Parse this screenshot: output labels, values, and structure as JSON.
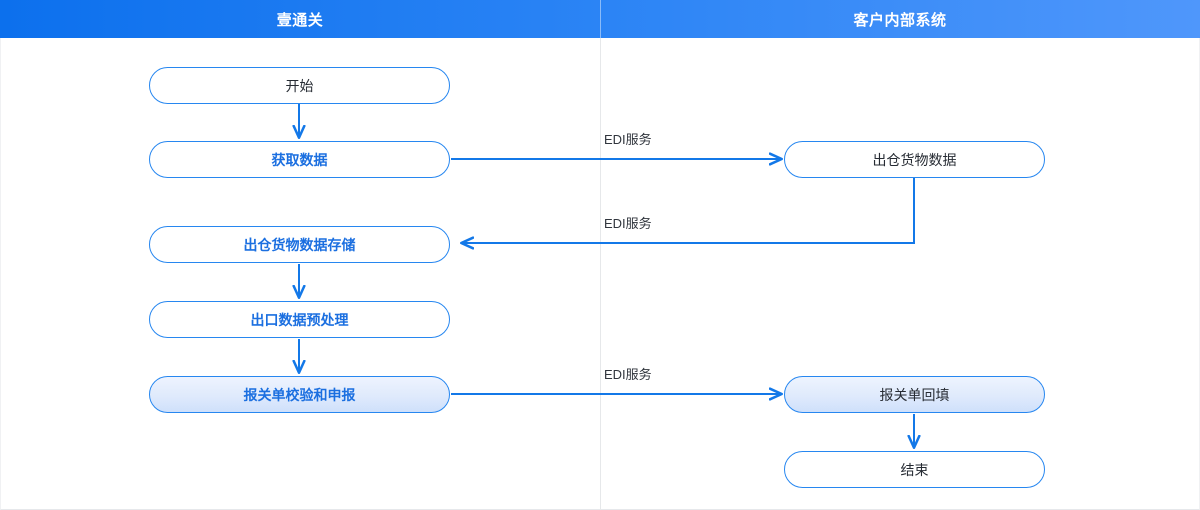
{
  "header": {
    "columns": [
      {
        "title": "壹通关"
      },
      {
        "title": "客户内部系统"
      }
    ]
  },
  "colors": {
    "header_gradient_start": "#0c70ed",
    "header_gradient_end": "#4f97fb",
    "node_border": "#2787f0",
    "node_accent_text": "#1b6fe0",
    "node_plain_text": "#262b33",
    "connector": "#1378e8",
    "divider": "#e6e8ea",
    "filled_node_bg_top": "#eef3fe",
    "filled_node_bg_bottom": "#cfe0fb"
  },
  "left_column": {
    "nodes": [
      {
        "id": "start",
        "label": "开始",
        "style": "plain"
      },
      {
        "id": "fetch-data",
        "label": "获取数据",
        "style": "accent"
      },
      {
        "id": "store-cargo-data",
        "label": "出仓货物数据存储",
        "style": "accent"
      },
      {
        "id": "preprocess",
        "label": "出口数据预处理",
        "style": "accent"
      },
      {
        "id": "declare",
        "label": "报关单校验和申报",
        "style": "filled"
      }
    ]
  },
  "right_column": {
    "nodes": [
      {
        "id": "cargo-data",
        "label": "出仓货物数据",
        "style": "plain"
      },
      {
        "id": "declaration-fill",
        "label": "报关单回填",
        "style": "filled-dark"
      },
      {
        "id": "end",
        "label": "结束",
        "style": "plain"
      }
    ]
  },
  "cross_edges": [
    {
      "id": "edge-fetch-to-cargo",
      "label": "EDI服务",
      "direction": "right"
    },
    {
      "id": "edge-cargo-to-store",
      "label": "EDI服务",
      "direction": "left"
    },
    {
      "id": "edge-declare-to-fill",
      "label": "EDI服务",
      "direction": "right"
    }
  ],
  "flow_arrows": [
    {
      "id": "arrow-start-to-fetch"
    },
    {
      "id": "arrow-store-to-preprocess"
    },
    {
      "id": "arrow-preprocess-to-declare"
    },
    {
      "id": "arrow-fill-to-end"
    }
  ]
}
